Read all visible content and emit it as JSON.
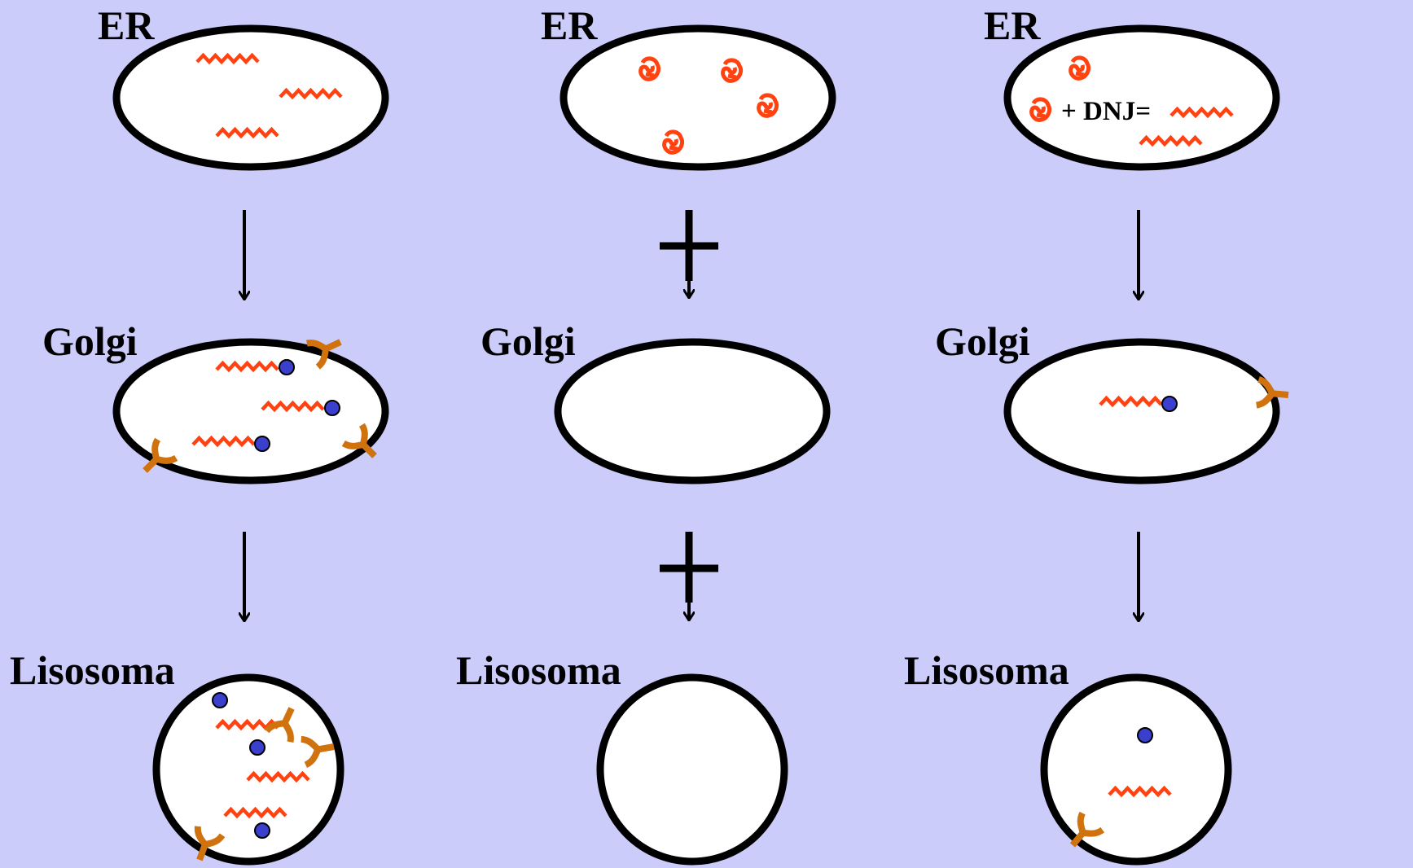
{
  "labels": {
    "er": "ER",
    "golgi": "Golgi",
    "lysosome": "Lisosoma",
    "dnj_equation": "+ DNJ="
  },
  "columns": [
    {
      "id": "normal",
      "transport": "normal"
    },
    {
      "id": "misfolded-blocked",
      "transport": "blocked"
    },
    {
      "id": "dnj-rescued",
      "transport": "partial"
    }
  ],
  "colors": {
    "background": "#ccccfa",
    "enzyme": "#ff4210",
    "ligand_dot": "#3a3fce",
    "receptor": "#d0720d",
    "outline": "#000000"
  },
  "icons": [
    "zigzag-enzyme-icon",
    "misfolded-protein-icon",
    "ligand-dot-icon",
    "receptor-icon",
    "blocked-arrow-icon"
  ]
}
